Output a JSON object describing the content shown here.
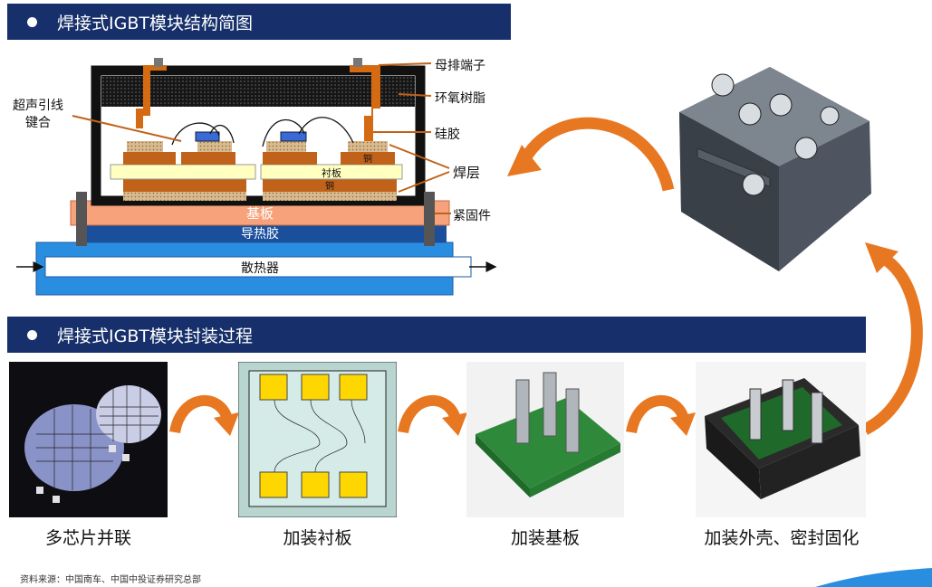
{
  "section1": {
    "title": "焊接式IGBT模块结构简图"
  },
  "section2": {
    "title": "焊接式IGBT模块封装过程"
  },
  "diagram": {
    "layers": {
      "substrate": "基板",
      "thermal_glue": "导热胶",
      "heatsink": "散热器",
      "liner": "衬板",
      "copper_top": "铜",
      "copper_bottom": "铜"
    },
    "callouts": {
      "busbar_terminal": "母排端子",
      "epoxy": "环氧树脂",
      "silicone": "硅胶",
      "solder": "焊层",
      "fastener": "紧固件",
      "wire_bond": "超声引线\n键合"
    }
  },
  "process_steps": [
    {
      "label": "多芯片并联"
    },
    {
      "label": "加装衬板"
    },
    {
      "label": "加装基板"
    },
    {
      "label": "加装外壳、密封固化"
    }
  ],
  "source": "资料来源：中国南车、中国中投证券研究总部",
  "colors": {
    "banner": "#17306b",
    "arrow": "#e87722",
    "substrate": "#f7a27a",
    "glue": "#1b4f9c",
    "heatsink": "#2a8ee0",
    "liner": "#ffffc0",
    "copper": "#c0621a"
  }
}
